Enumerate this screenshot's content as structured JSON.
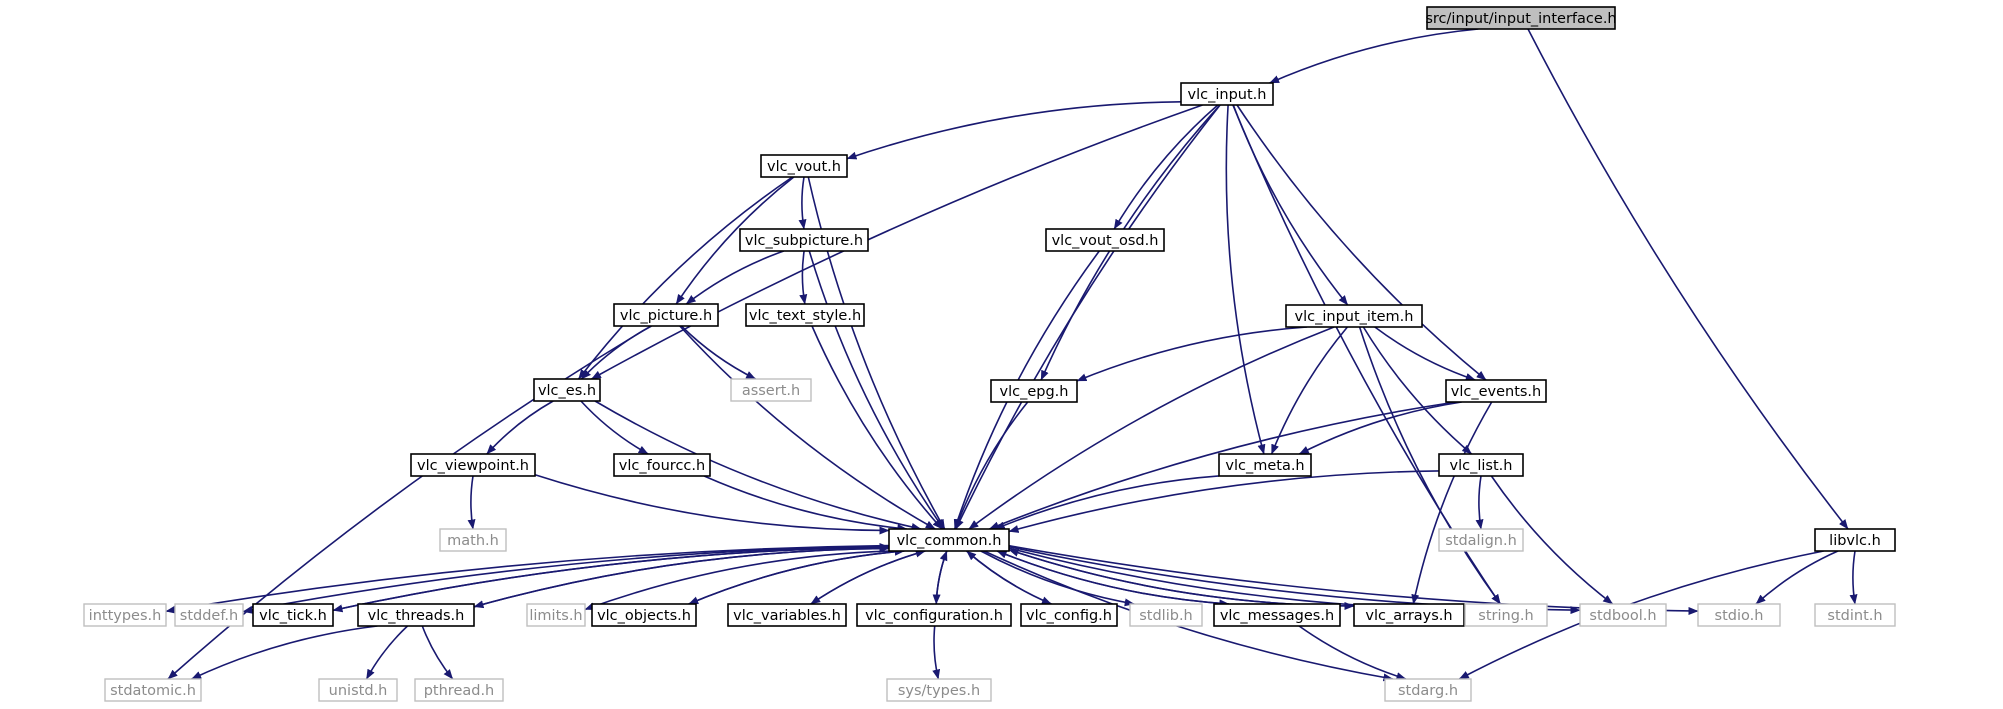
{
  "title": "src/input/input_interface.h",
  "colors": {
    "edge": "#191970",
    "node_border": "#000000",
    "external_border": "#bfbfbf",
    "external_text": "#8c8c8c",
    "root_fill": "#bfbfbf",
    "background": "#ffffff"
  },
  "nodes": [
    {
      "id": "input_interface",
      "label": "src/input/input_interface.h",
      "kind": "root"
    },
    {
      "id": "vlc_input",
      "label": "vlc_input.h",
      "kind": "header"
    },
    {
      "id": "libvlc",
      "label": "libvlc.h",
      "kind": "header"
    },
    {
      "id": "vlc_vout",
      "label": "vlc_vout.h",
      "kind": "header"
    },
    {
      "id": "vlc_subpicture",
      "label": "vlc_subpicture.h",
      "kind": "header"
    },
    {
      "id": "vlc_vout_osd",
      "label": "vlc_vout_osd.h",
      "kind": "header"
    },
    {
      "id": "vlc_input_item",
      "label": "vlc_input_item.h",
      "kind": "header"
    },
    {
      "id": "vlc_picture",
      "label": "vlc_picture.h",
      "kind": "header"
    },
    {
      "id": "vlc_text_style",
      "label": "vlc_text_style.h",
      "kind": "header"
    },
    {
      "id": "vlc_es",
      "label": "vlc_es.h",
      "kind": "header"
    },
    {
      "id": "assert",
      "label": "assert.h",
      "kind": "external"
    },
    {
      "id": "vlc_epg",
      "label": "vlc_epg.h",
      "kind": "header"
    },
    {
      "id": "vlc_events",
      "label": "vlc_events.h",
      "kind": "header"
    },
    {
      "id": "vlc_viewpoint",
      "label": "vlc_viewpoint.h",
      "kind": "header"
    },
    {
      "id": "vlc_fourcc",
      "label": "vlc_fourcc.h",
      "kind": "header"
    },
    {
      "id": "vlc_meta",
      "label": "vlc_meta.h",
      "kind": "header"
    },
    {
      "id": "vlc_list",
      "label": "vlc_list.h",
      "kind": "header"
    },
    {
      "id": "math",
      "label": "math.h",
      "kind": "external"
    },
    {
      "id": "stdalign",
      "label": "stdalign.h",
      "kind": "external"
    },
    {
      "id": "vlc_common",
      "label": "vlc_common.h",
      "kind": "header"
    },
    {
      "id": "inttypes",
      "label": "inttypes.h",
      "kind": "external"
    },
    {
      "id": "stddef",
      "label": "stddef.h",
      "kind": "external"
    },
    {
      "id": "vlc_tick",
      "label": "vlc_tick.h",
      "kind": "header"
    },
    {
      "id": "vlc_threads",
      "label": "vlc_threads.h",
      "kind": "header"
    },
    {
      "id": "limits",
      "label": "limits.h",
      "kind": "external"
    },
    {
      "id": "vlc_objects",
      "label": "vlc_objects.h",
      "kind": "header"
    },
    {
      "id": "vlc_variables",
      "label": "vlc_variables.h",
      "kind": "header"
    },
    {
      "id": "vlc_configuration",
      "label": "vlc_configuration.h",
      "kind": "header"
    },
    {
      "id": "vlc_config",
      "label": "vlc_config.h",
      "kind": "header"
    },
    {
      "id": "stdlib",
      "label": "stdlib.h",
      "kind": "external"
    },
    {
      "id": "vlc_messages",
      "label": "vlc_messages.h",
      "kind": "header"
    },
    {
      "id": "vlc_arrays",
      "label": "vlc_arrays.h",
      "kind": "header"
    },
    {
      "id": "stdbool",
      "label": "stdbool.h",
      "kind": "external"
    },
    {
      "id": "string",
      "label": "string.h",
      "kind": "external"
    },
    {
      "id": "stdio",
      "label": "stdio.h",
      "kind": "external"
    },
    {
      "id": "stdint",
      "label": "stdint.h",
      "kind": "external"
    },
    {
      "id": "stdatomic",
      "label": "stdatomic.h",
      "kind": "external"
    },
    {
      "id": "unistd",
      "label": "unistd.h",
      "kind": "external"
    },
    {
      "id": "pthread",
      "label": "pthread.h",
      "kind": "external"
    },
    {
      "id": "sys_types",
      "label": "sys/types.h",
      "kind": "external"
    },
    {
      "id": "stdarg",
      "label": "stdarg.h",
      "kind": "external"
    }
  ],
  "edges": [
    [
      "input_interface",
      "vlc_input"
    ],
    [
      "input_interface",
      "libvlc"
    ],
    [
      "vlc_input",
      "vlc_vout"
    ],
    [
      "vlc_input",
      "vlc_es"
    ],
    [
      "vlc_input",
      "vlc_epg"
    ],
    [
      "vlc_input",
      "vlc_vout_osd"
    ],
    [
      "vlc_input",
      "vlc_common"
    ],
    [
      "vlc_input",
      "vlc_meta"
    ],
    [
      "vlc_input",
      "vlc_input_item"
    ],
    [
      "vlc_input",
      "vlc_events"
    ],
    [
      "vlc_input",
      "string"
    ],
    [
      "vlc_vout",
      "vlc_subpicture"
    ],
    [
      "vlc_vout",
      "vlc_picture"
    ],
    [
      "vlc_vout",
      "vlc_es"
    ],
    [
      "vlc_vout",
      "vlc_common"
    ],
    [
      "vlc_subpicture",
      "vlc_picture"
    ],
    [
      "vlc_subpicture",
      "vlc_text_style"
    ],
    [
      "vlc_subpicture",
      "vlc_common"
    ],
    [
      "vlc_picture",
      "vlc_es"
    ],
    [
      "vlc_picture",
      "assert"
    ],
    [
      "vlc_picture",
      "vlc_common"
    ],
    [
      "vlc_picture",
      "stdatomic"
    ],
    [
      "vlc_text_style",
      "vlc_common"
    ],
    [
      "vlc_es",
      "vlc_viewpoint"
    ],
    [
      "vlc_es",
      "vlc_fourcc"
    ],
    [
      "vlc_es",
      "vlc_common"
    ],
    [
      "vlc_viewpoint",
      "math"
    ],
    [
      "vlc_viewpoint",
      "vlc_common"
    ],
    [
      "vlc_fourcc",
      "vlc_common"
    ],
    [
      "vlc_vout_osd",
      "vlc_common"
    ],
    [
      "vlc_epg",
      "vlc_common"
    ],
    [
      "vlc_input_item",
      "vlc_epg"
    ],
    [
      "vlc_input_item",
      "vlc_events"
    ],
    [
      "vlc_input_item",
      "vlc_meta"
    ],
    [
      "vlc_input_item",
      "vlc_list"
    ],
    [
      "vlc_input_item",
      "vlc_common"
    ],
    [
      "vlc_input_item",
      "string"
    ],
    [
      "vlc_events",
      "vlc_meta"
    ],
    [
      "vlc_events",
      "vlc_common"
    ],
    [
      "vlc_events",
      "vlc_arrays"
    ],
    [
      "vlc_meta",
      "vlc_common"
    ],
    [
      "vlc_list",
      "stdalign"
    ],
    [
      "vlc_list",
      "vlc_common"
    ],
    [
      "vlc_list",
      "stdbool"
    ],
    [
      "libvlc",
      "stdio"
    ],
    [
      "libvlc",
      "stdint"
    ],
    [
      "libvlc",
      "stdarg"
    ],
    [
      "vlc_common",
      "inttypes"
    ],
    [
      "vlc_common",
      "stddef"
    ],
    [
      "vlc_common",
      "vlc_tick"
    ],
    [
      "vlc_common",
      "vlc_threads"
    ],
    [
      "vlc_common",
      "limits"
    ],
    [
      "vlc_common",
      "vlc_objects"
    ],
    [
      "vlc_common",
      "vlc_variables"
    ],
    [
      "vlc_common",
      "vlc_configuration"
    ],
    [
      "vlc_common",
      "vlc_config"
    ],
    [
      "vlc_common",
      "stdlib"
    ],
    [
      "vlc_common",
      "vlc_messages"
    ],
    [
      "vlc_common",
      "vlc_arrays"
    ],
    [
      "vlc_common",
      "stdbool"
    ],
    [
      "vlc_common",
      "string"
    ],
    [
      "vlc_common",
      "stdio"
    ],
    [
      "vlc_common",
      "stdarg"
    ],
    [
      "vlc_tick",
      "vlc_common"
    ],
    [
      "vlc_threads",
      "vlc_common"
    ],
    [
      "vlc_threads",
      "stdatomic"
    ],
    [
      "vlc_threads",
      "unistd"
    ],
    [
      "vlc_threads",
      "pthread"
    ],
    [
      "vlc_objects",
      "vlc_common"
    ],
    [
      "vlc_variables",
      "vlc_common"
    ],
    [
      "vlc_configuration",
      "vlc_common"
    ],
    [
      "vlc_configuration",
      "sys_types"
    ],
    [
      "vlc_config",
      "vlc_common"
    ],
    [
      "vlc_messages",
      "vlc_common"
    ],
    [
      "vlc_messages",
      "stdarg"
    ],
    [
      "vlc_arrays",
      "vlc_common"
    ]
  ]
}
